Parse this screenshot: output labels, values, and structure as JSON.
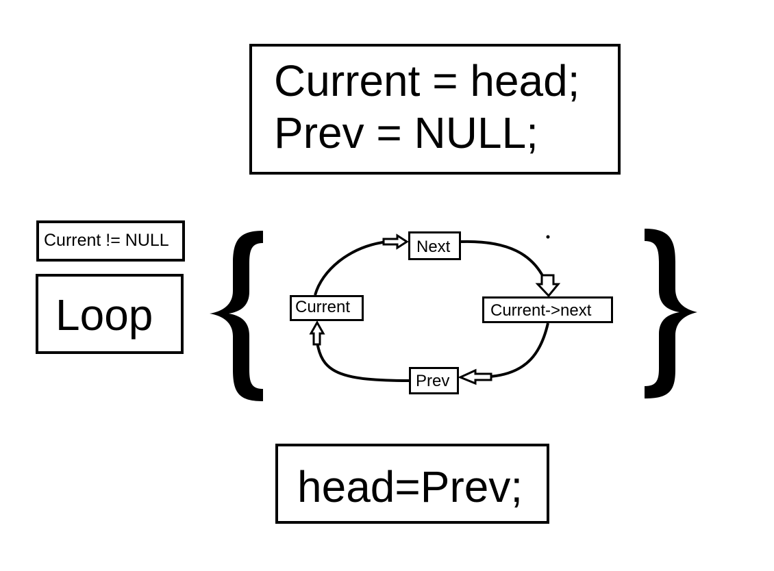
{
  "init_block": {
    "line1": "Current = head;",
    "line2": "Prev = NULL;"
  },
  "condition": "Current != NULL",
  "loop_label": "Loop",
  "braces": {
    "open": "{",
    "close": "}"
  },
  "cycle_nodes": {
    "next": "Next",
    "current_next": "Current->next",
    "prev": "Prev",
    "current": "Current"
  },
  "final_statement": "head=Prev;"
}
